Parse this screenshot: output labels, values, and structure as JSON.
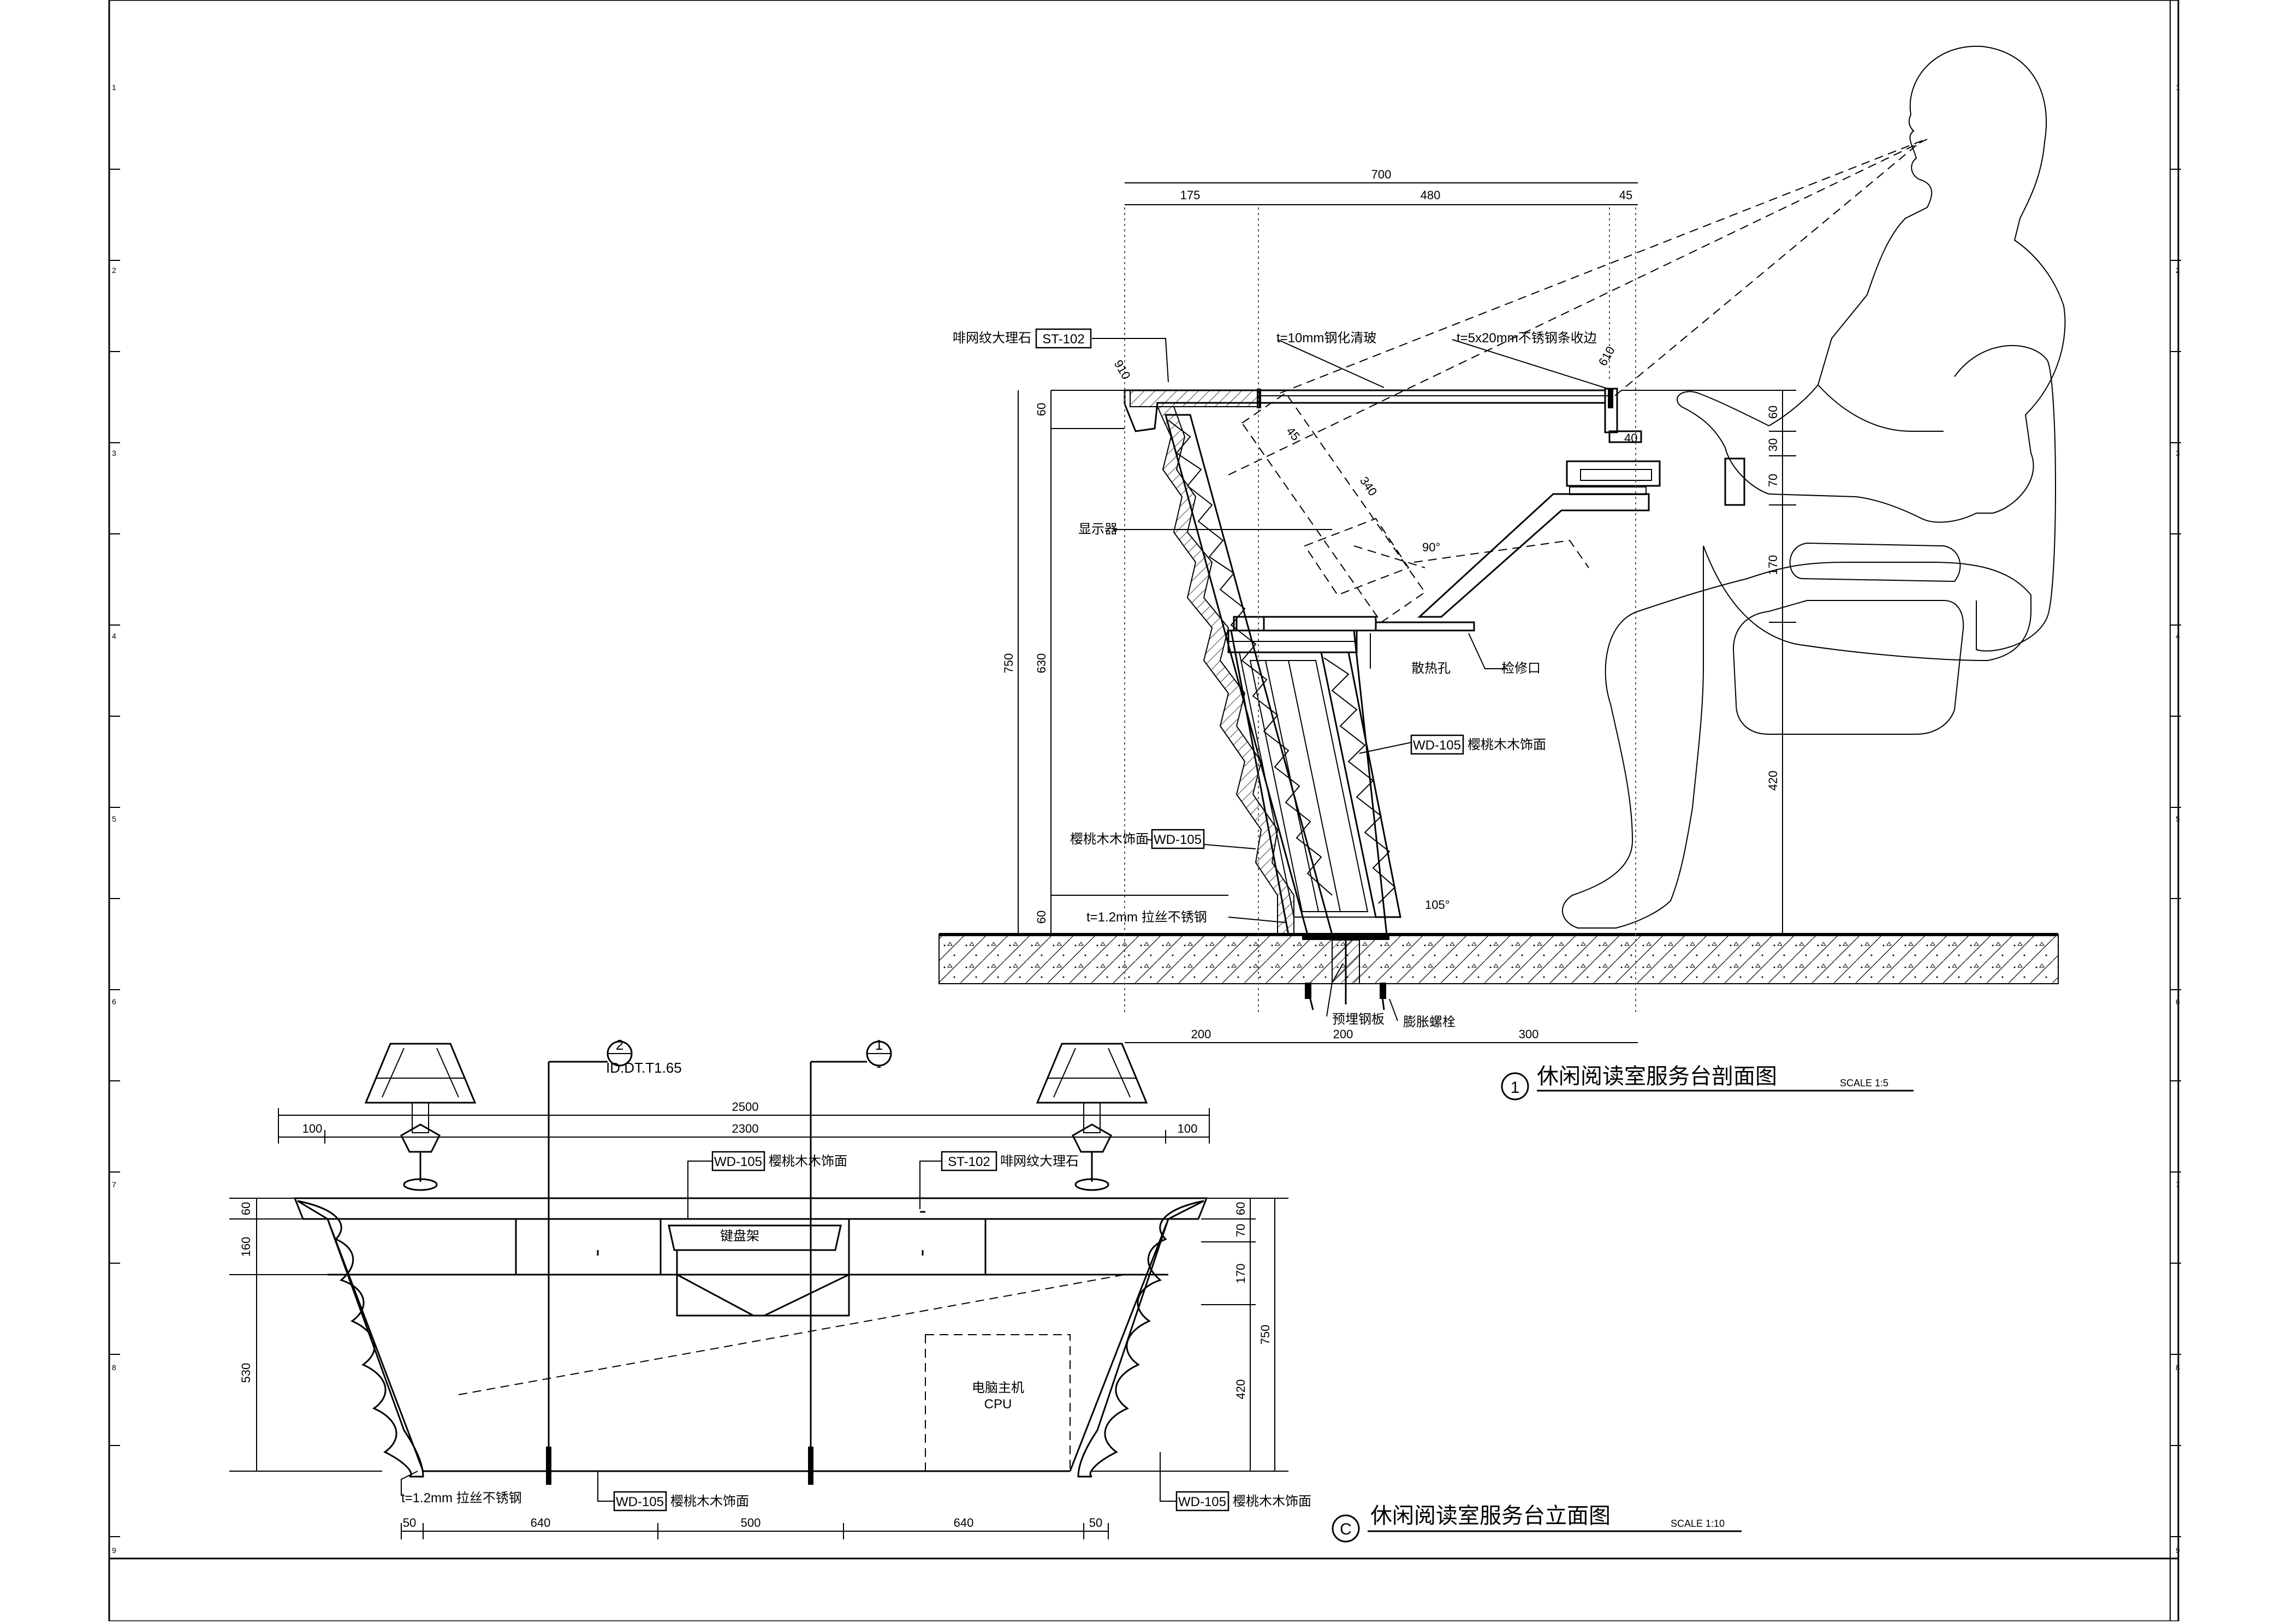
{
  "border_ticks": [
    "1",
    "2",
    "3",
    "4",
    "5",
    "6",
    "7",
    "8",
    "9"
  ],
  "section": {
    "title": "休闲阅读室服务台剖面图",
    "scale": "SCALE 1:5",
    "number": "1",
    "dims_top": {
      "total": "700",
      "a": "175",
      "b": "480",
      "c": "45"
    },
    "dims_bottom": {
      "a": "200",
      "b": "200",
      "c": "300"
    },
    "dims_left": {
      "total": "750",
      "top": "60",
      "mid": "630",
      "bottom": "60"
    },
    "dims_right": {
      "d1": "60",
      "d2": "30",
      "d3": "70",
      "d4": "170",
      "d5": "420"
    },
    "dims_small": {
      "r910": "910",
      "r610": "610",
      "a45": "45",
      "d340": "340",
      "a90": "90°",
      "a105": "105°",
      "d40": "40"
    },
    "labels": {
      "marble": "啡网纹大理石",
      "marble_code": "ST-102",
      "glass": "t=10mm钢化清玻",
      "steel_strip": "t=5x20mm不锈钢条收边",
      "monitor": "显示器",
      "vent": "散热孔",
      "access": "检修口",
      "wood_code": "WD-105",
      "wood": "樱桃木木饰面",
      "wood_left": "樱桃木木饰面",
      "steel": "t=1.2mm 拉丝不锈钢",
      "plate": "预埋钢板",
      "bolt": "膨胀螺栓"
    }
  },
  "elevation": {
    "title": "休闲阅读室服务台立面图",
    "scale": "SCALE 1:10",
    "letter": "C",
    "ref1_num": "2",
    "ref1_sheet": "ID.DT.T1.65",
    "ref2_num": "1",
    "ref2_sheet": "-",
    "dims_top": {
      "total": "2500",
      "left": "100",
      "mid": "2300",
      "right": "100"
    },
    "dims_bottom": {
      "a": "50",
      "b": "640",
      "c": "500",
      "d": "640",
      "e": "50"
    },
    "dims_left": {
      "a": "60",
      "b": "160",
      "c": "530"
    },
    "dims_right": {
      "a": "60",
      "b": "70",
      "c": "170",
      "d": "420",
      "total": "750"
    },
    "labels": {
      "wood_code": "WD-105",
      "wood": "樱桃木木饰面",
      "marble_code": "ST-102",
      "marble": "啡网纹大理石",
      "keyboard": "键盘架",
      "cpu_cn": "电脑主机",
      "cpu_en": "CPU",
      "steel": "t=1.2mm 拉丝不锈钢"
    }
  }
}
